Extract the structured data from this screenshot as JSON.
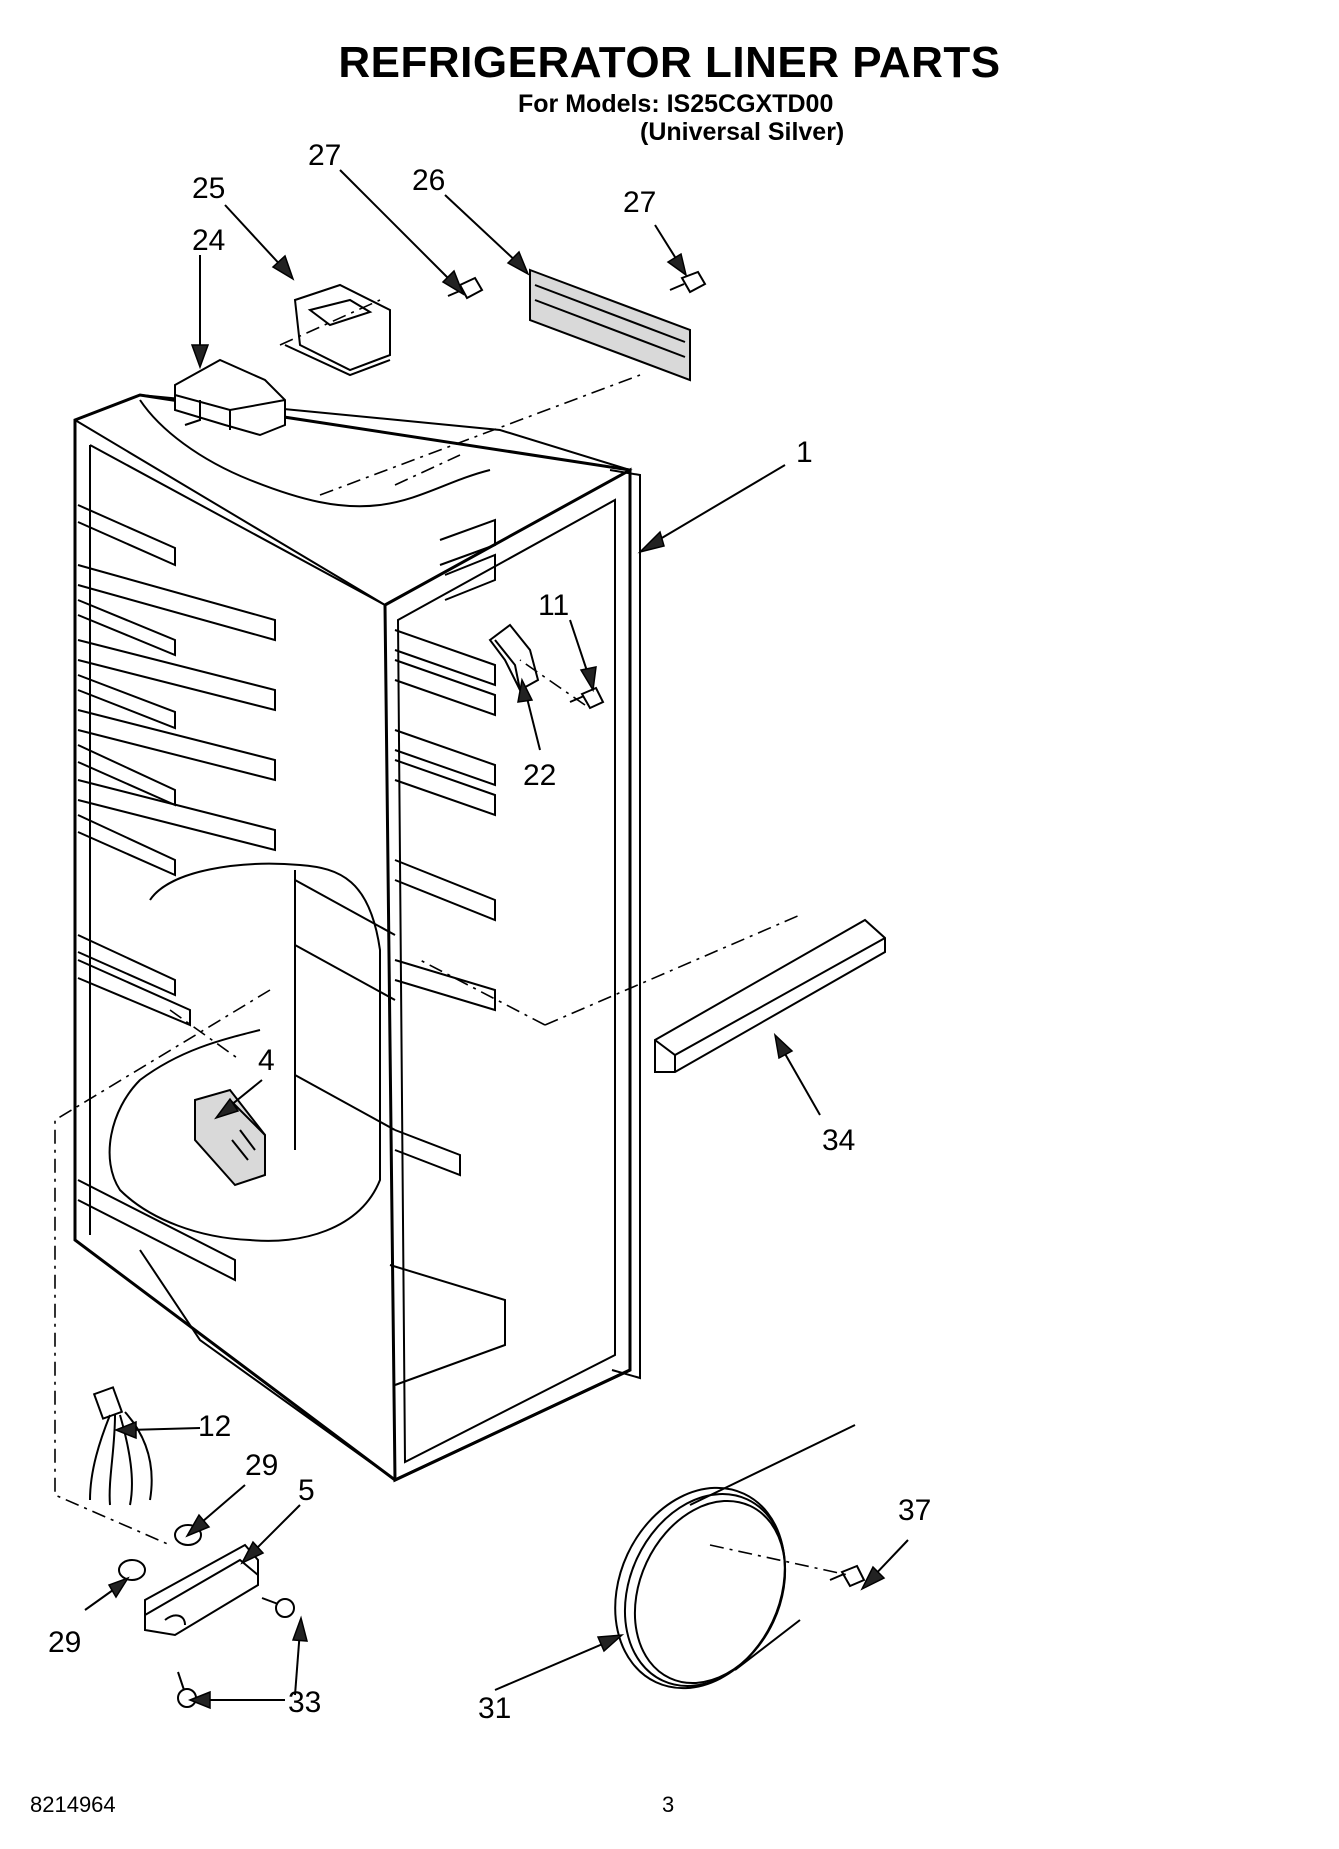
{
  "header": {
    "title": "REFRIGERATOR LINER PARTS",
    "models": "For Models: IS25CGXTD00",
    "variant": "(Universal Silver)"
  },
  "callouts": {
    "c1": "1",
    "c4": "4",
    "c5": "5",
    "c11": "11",
    "c12": "12",
    "c22": "22",
    "c24": "24",
    "c25": "25",
    "c26": "26",
    "c27a": "27",
    "c27b": "27",
    "c29a": "29",
    "c29b": "29",
    "c31": "31",
    "c33": "33",
    "c34": "34",
    "c37": "37"
  },
  "footer": {
    "doc_number": "8214964",
    "page_number": "3"
  }
}
